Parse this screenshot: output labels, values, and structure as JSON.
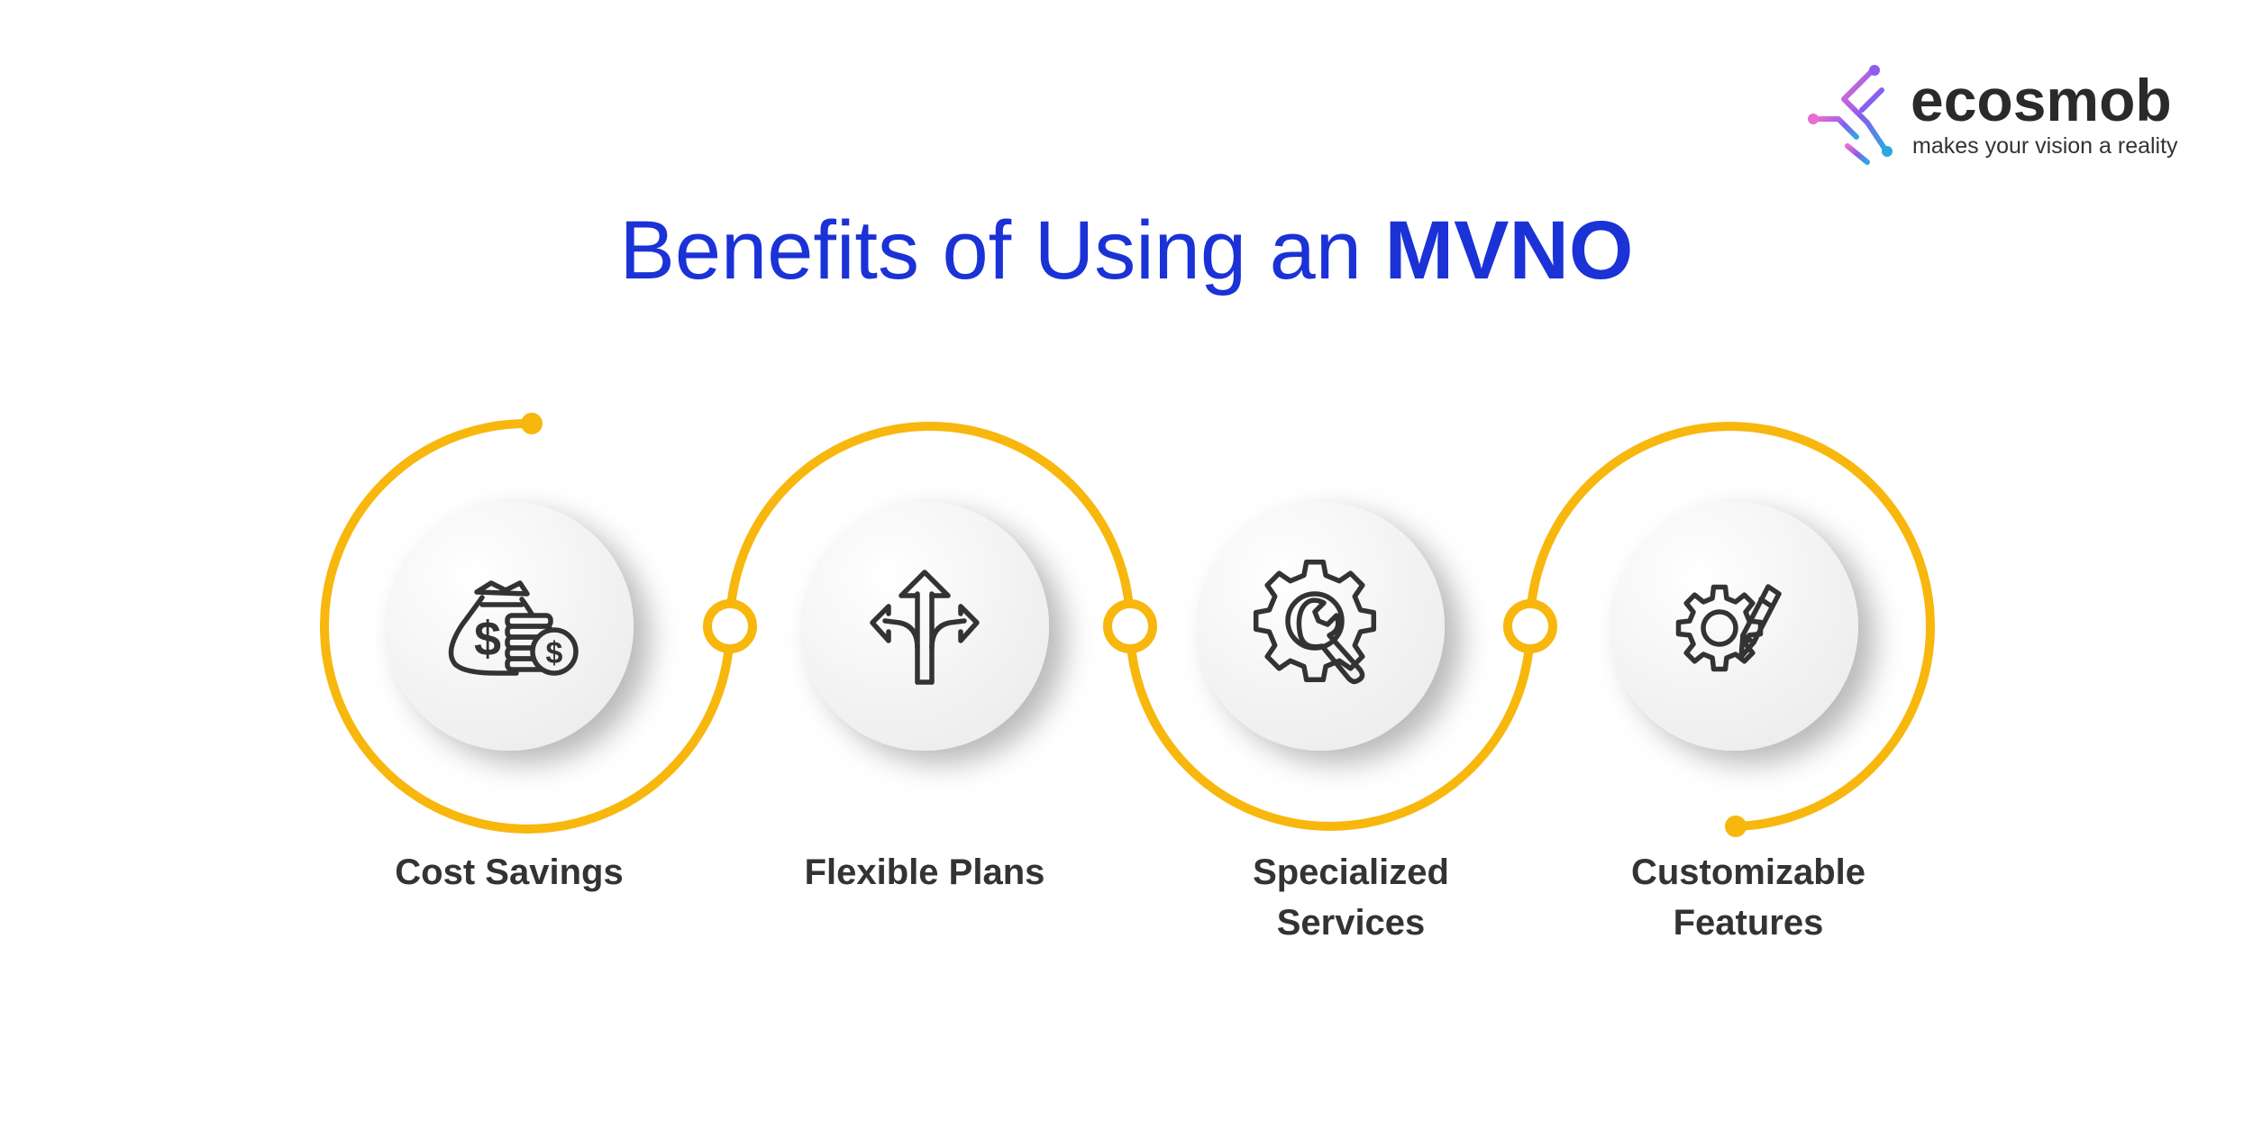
{
  "logo": {
    "name": "ecosmob",
    "tagline": "makes your vision a reality",
    "gradient": [
      "#e96cd0",
      "#8a5cf0",
      "#2aa8e0"
    ]
  },
  "title": {
    "prefix": "Benefits of Using an ",
    "emphasis": "MVNO"
  },
  "colors": {
    "title": "#1a32d6",
    "track": "#f8b70d",
    "label": "#333333",
    "icon": "#333333"
  },
  "steps": [
    {
      "icon": "money-bag-icon",
      "lines": [
        "Cost Savings"
      ]
    },
    {
      "icon": "split-arrows-icon",
      "lines": [
        "Flexible Plans"
      ]
    },
    {
      "icon": "gear-wrench-icon",
      "lines": [
        "Specialized",
        "Services"
      ]
    },
    {
      "icon": "gear-pencil-icon",
      "lines": [
        "Customizable",
        "Features"
      ]
    }
  ]
}
